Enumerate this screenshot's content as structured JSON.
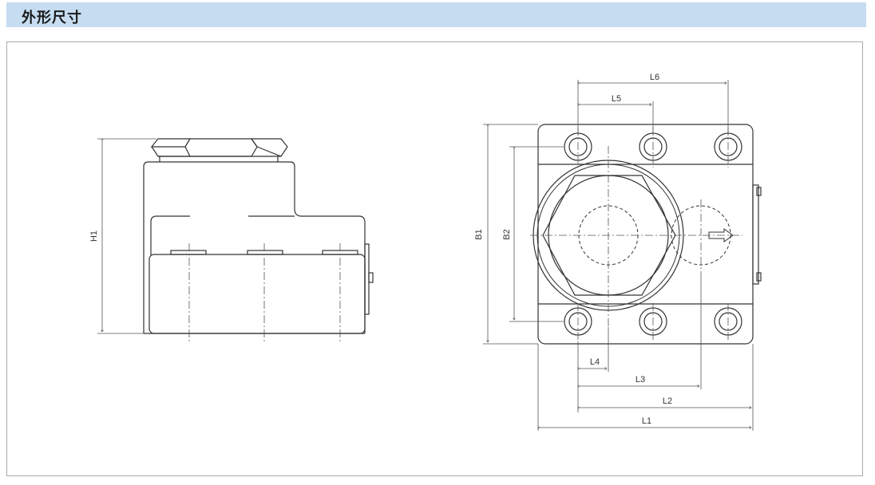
{
  "header": {
    "title": "外形尺寸"
  },
  "dimensions": {
    "H1": "H1",
    "B1": "B1",
    "B2": "B2",
    "L1": "L1",
    "L2": "L2",
    "L3": "L3",
    "L4": "L4",
    "L5": "L5",
    "L6": "L6"
  },
  "colors": {
    "title_bar": "#c6ddf1",
    "line": "#333333",
    "dim_line": "#555555"
  }
}
